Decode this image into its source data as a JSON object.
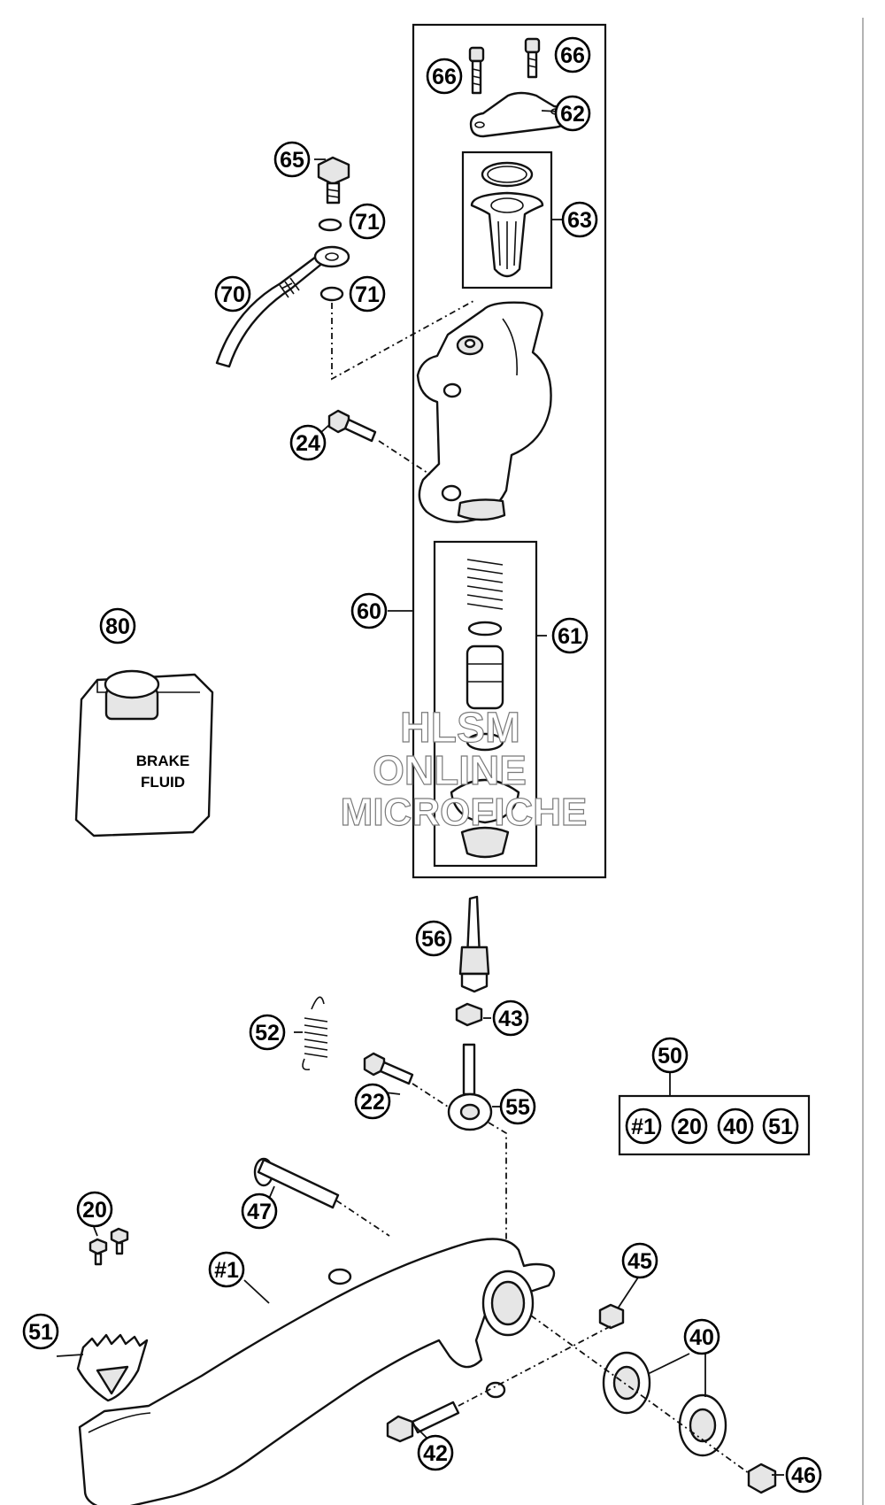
{
  "callouts": [
    {
      "label": "66"
    },
    {
      "label": "66"
    },
    {
      "label": "62"
    },
    {
      "label": "65"
    },
    {
      "label": "63"
    },
    {
      "label": "71"
    },
    {
      "label": "70"
    },
    {
      "label": "71"
    },
    {
      "label": "24"
    },
    {
      "label": "80"
    },
    {
      "label": "60"
    },
    {
      "label": "61"
    },
    {
      "label": "56"
    },
    {
      "label": "52"
    },
    {
      "label": "43"
    },
    {
      "label": "50"
    },
    {
      "label": "22"
    },
    {
      "label": "55"
    },
    {
      "label": "#1"
    },
    {
      "label": "20"
    },
    {
      "label": "40"
    },
    {
      "label": "51"
    },
    {
      "label": "20"
    },
    {
      "label": "47"
    },
    {
      "label": "45"
    },
    {
      "label": "#1"
    },
    {
      "label": "51"
    },
    {
      "label": "40"
    },
    {
      "label": "42"
    },
    {
      "label": "46"
    }
  ],
  "fluid_can": {
    "line1": "BRAKE",
    "line2": "FLUID"
  },
  "watermark": {
    "line1": "HLSM",
    "line2": "ONLINE",
    "line3": "MICROFICHE"
  }
}
